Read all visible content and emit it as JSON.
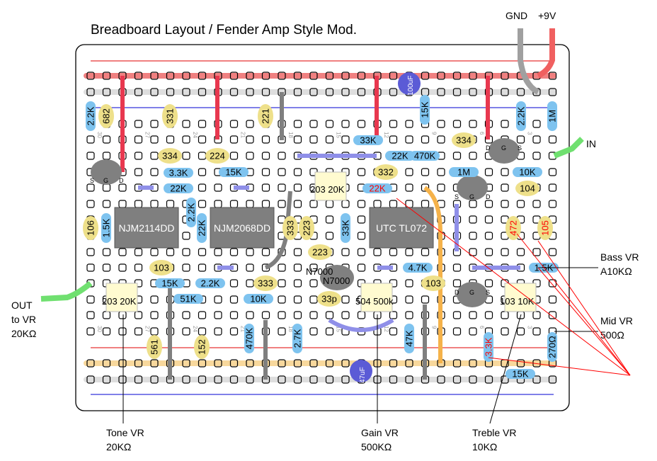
{
  "title": "Breadboard Layout / Fender Amp Style Mod.",
  "power": {
    "gnd": "GND",
    "v9": "+9V"
  },
  "io": {
    "in_label": "IN",
    "out_lines": [
      "OUT",
      "to VR",
      "20KΩ"
    ]
  },
  "pots": {
    "bass": [
      "Bass VR",
      "A10KΩ"
    ],
    "mid": [
      "Mid VR",
      "500Ω"
    ],
    "tone": [
      "Tone VR",
      "20KΩ"
    ],
    "gain": [
      "Gain VR",
      "500KΩ"
    ],
    "treble": [
      "Treble VR",
      "10KΩ"
    ]
  },
  "ics": [
    "NJM2114DD",
    "NJM2068DD",
    "UTC TL072"
  ],
  "transistor_pins": [
    "S",
    "G",
    "D"
  ],
  "jfet": [
    "N7000",
    "N7000"
  ],
  "trimmers": [
    "203 20K",
    "203 20K",
    "504 500k",
    "103 10K"
  ],
  "electrolytics": [
    "100uF",
    "47uF"
  ],
  "resistors": [
    "2.2K",
    "3.3K",
    "22K",
    "15K",
    "1.5K",
    "2.2K",
    "22K",
    "15K",
    "51K",
    "2.2K",
    "10K",
    "470K",
    "2.7K",
    "33K",
    "22K",
    "470K",
    "22K",
    "33K",
    "4.7K",
    "47K",
    "15K",
    "1M",
    "2.2K",
    "1M",
    "10K",
    "1.5K",
    "3.3K",
    "15K",
    "270Ω"
  ],
  "ceramics": [
    "682",
    "331",
    "221",
    "334",
    "224",
    "106",
    "103",
    "333",
    "223",
    "223",
    "333",
    "33p",
    "332",
    "334",
    "104",
    "472",
    "105",
    "103",
    "561",
    "152"
  ],
  "colors": {
    "rail_red": "#f08080",
    "rail_gray": "#d9d9d9",
    "wire_red": "#e8384f",
    "wire_gray": "#7f7f7f",
    "wire_blue": "#8f8fe8",
    "wire_orange": "#f5b24a",
    "wire_green": "#6fe06f",
    "resistor": "#7ec3ef",
    "ceramic": "#eee08a",
    "electrolytic": "#5b5bd6",
    "ic": "#7f7f7f",
    "trimmer": "#fffbd0",
    "annotation": "#ff0000"
  }
}
